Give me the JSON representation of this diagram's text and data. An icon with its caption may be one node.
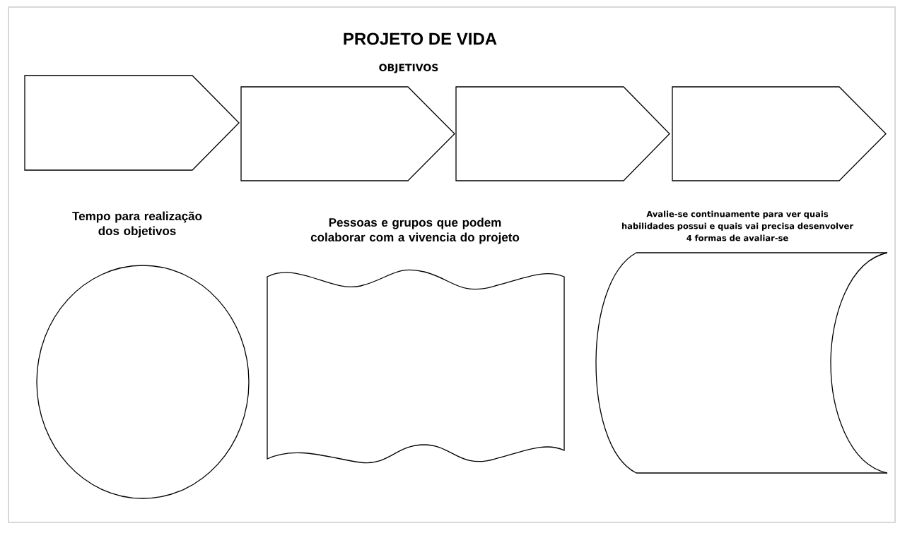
{
  "diagram": {
    "title": "PROJETO DE VIDA",
    "nodes": [
      {
        "text": [],
        "shape": "pentagon"
      },
      {
        "text": [],
        "shape": "pentagon"
      },
      {
        "text": [],
        "shape": "pentagon"
      },
      {
        "text": [],
        "shape": "pentagon"
      },
      {
        "text": [
          "Tempo para realização dos objetivos"
        ]
      },
      {
        "text": [
          "Pessoas e grupos que podem colaborar com  a vivencia do projeto"
        ]
      },
      {
        "text": [
          "Avalie-se continuamente para ver quais habilidades possui e  quais vai precisa desenvolver",
          "4 formas de avaliar-se"
        ]
      }
    ],
    "labels": [
      "OBJETIVOS"
    ]
  }
}
